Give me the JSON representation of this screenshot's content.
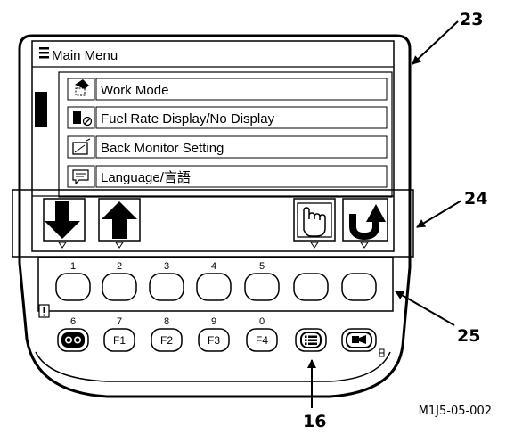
{
  "screen": {
    "menu_title": "Main Menu",
    "menu_items": [
      {
        "label": "Work Mode",
        "icon": "work-mode-icon"
      },
      {
        "label": "Fuel Rate Display/No Display",
        "icon": "fuel-rate-icon"
      },
      {
        "label": "Back Monitor Setting",
        "icon": "back-monitor-icon"
      },
      {
        "label": "Language/言語",
        "icon": "language-icon"
      }
    ],
    "soft_keys": {
      "down": "down-arrow-icon",
      "up": "up-arrow-icon",
      "select": "select-hand-icon",
      "back": "back-return-icon"
    }
  },
  "keypad": {
    "top_row_numbers": [
      "1",
      "2",
      "3",
      "4",
      "5"
    ],
    "bottom_row": [
      {
        "number": "6",
        "label": "",
        "icon": "buzzer-stop-icon"
      },
      {
        "number": "7",
        "label": "F1"
      },
      {
        "number": "8",
        "label": "F2"
      },
      {
        "number": "9",
        "label": "F3"
      },
      {
        "number": "0",
        "label": "F4"
      },
      {
        "number": "",
        "label": "",
        "icon": "menu-list-icon"
      },
      {
        "number": "",
        "label": "",
        "icon": "camera-switch-icon"
      }
    ]
  },
  "callouts": {
    "c23": "23",
    "c24": "24",
    "c25": "25",
    "c16": "16"
  },
  "figure_code": "M1J5-05-002",
  "colors": {
    "line": "#000000",
    "background": "#ffffff"
  }
}
